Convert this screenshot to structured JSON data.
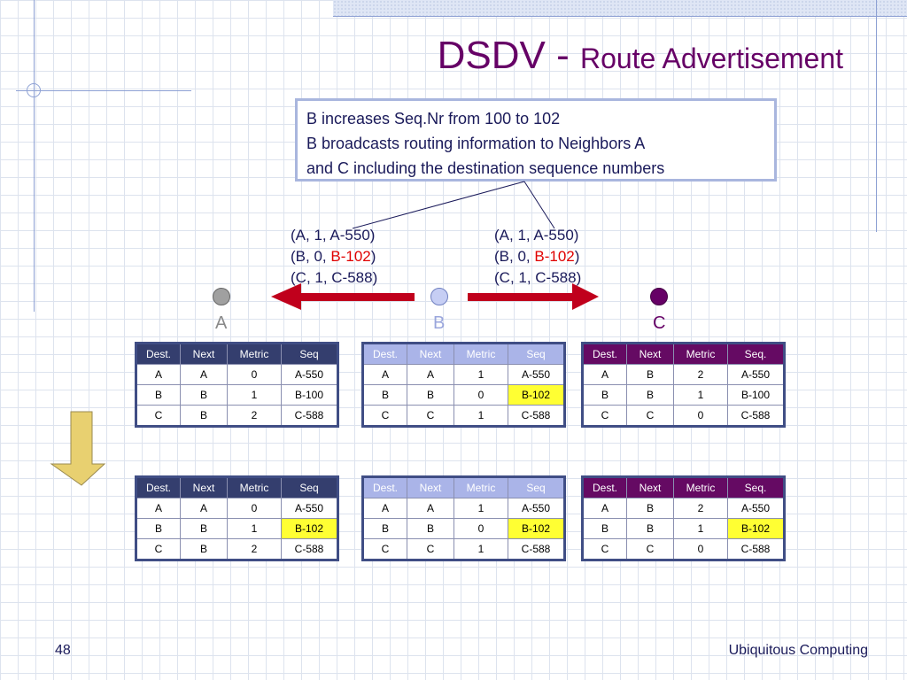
{
  "title": {
    "main": "DSDV - ",
    "sub": "Route Advertisement"
  },
  "callout": {
    "line1": "B increases Seq.Nr from 100 to 102",
    "line2": "B broadcasts routing information to Neighbors A",
    "line3": "and C including the destination sequence numbers"
  },
  "advertisement": {
    "line1": "(A, 1, A-550)",
    "line2_pre": "(B, 0, ",
    "line2_hl": "B-102",
    "line2_post": ")",
    "line3": "(C, 1, C-588)"
  },
  "nodes": {
    "a": "A",
    "b": "B",
    "c": "C"
  },
  "colors": {
    "node_a": "#a0a0a0",
    "node_b": "#c6cef4",
    "node_c": "#660066",
    "arrow": "#c0001c",
    "highlight": "#ffff33",
    "down_arrow": "#e8d070"
  },
  "headers": {
    "dest": "Dest.",
    "next": "Next",
    "metric": "Metric",
    "seq": "Seq",
    "seq_c": "Seq."
  },
  "before": {
    "a": [
      [
        "A",
        "A",
        "0",
        "A-550"
      ],
      [
        "B",
        "B",
        "1",
        "B-100"
      ],
      [
        "C",
        "B",
        "2",
        "C-588"
      ]
    ],
    "b": [
      [
        "A",
        "A",
        "1",
        "A-550"
      ],
      [
        "B",
        "B",
        "0",
        "B-102"
      ],
      [
        "C",
        "C",
        "1",
        "C-588"
      ]
    ],
    "c": [
      [
        "A",
        "B",
        "2",
        "A-550"
      ],
      [
        "B",
        "B",
        "1",
        "B-100"
      ],
      [
        "C",
        "C",
        "0",
        "C-588"
      ]
    ]
  },
  "after": {
    "a": [
      [
        "A",
        "A",
        "0",
        "A-550"
      ],
      [
        "B",
        "B",
        "1",
        "B-102"
      ],
      [
        "C",
        "B",
        "2",
        "C-588"
      ]
    ],
    "b": [
      [
        "A",
        "A",
        "1",
        "A-550"
      ],
      [
        "B",
        "B",
        "0",
        "B-102"
      ],
      [
        "C",
        "C",
        "1",
        "C-588"
      ]
    ],
    "c": [
      [
        "A",
        "B",
        "2",
        "A-550"
      ],
      [
        "B",
        "B",
        "1",
        "B-102"
      ],
      [
        "C",
        "C",
        "0",
        "C-588"
      ]
    ]
  },
  "footer": {
    "page": "48",
    "course": "Ubiquitous Computing"
  }
}
